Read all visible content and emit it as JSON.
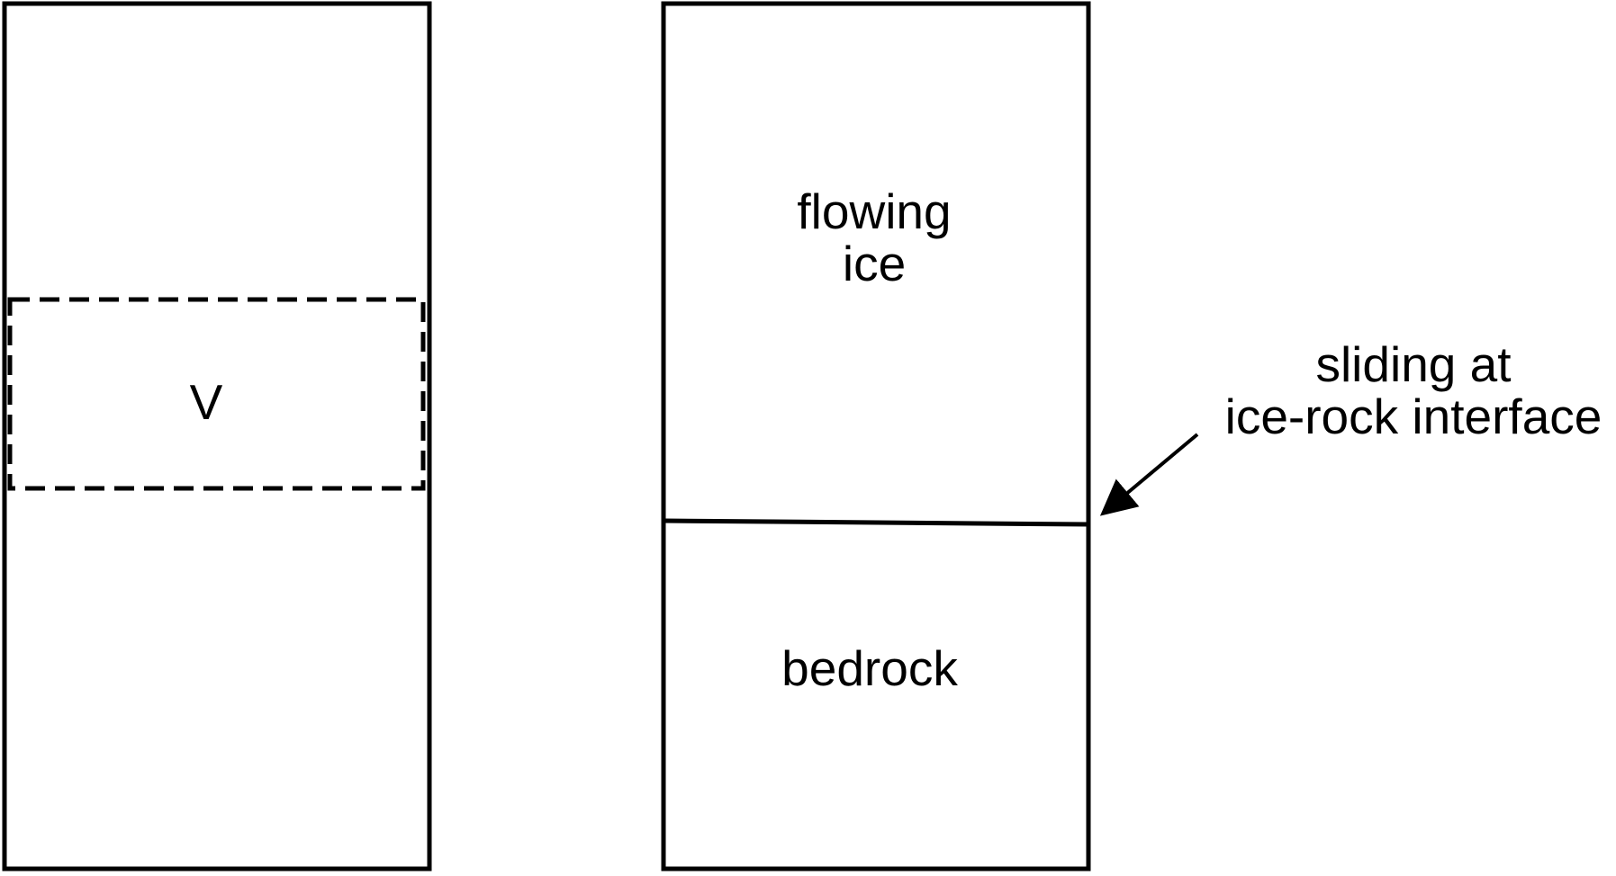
{
  "left_panel": {
    "volume_label": "V"
  },
  "right_panel": {
    "ice_label_line1": "flowing",
    "ice_label_line2": "ice",
    "rock_label": "bedrock"
  },
  "annotation": {
    "line1": "sliding at",
    "line2": "ice-rock interface"
  },
  "colors": {
    "stroke": "#000000",
    "background": "#ffffff"
  }
}
